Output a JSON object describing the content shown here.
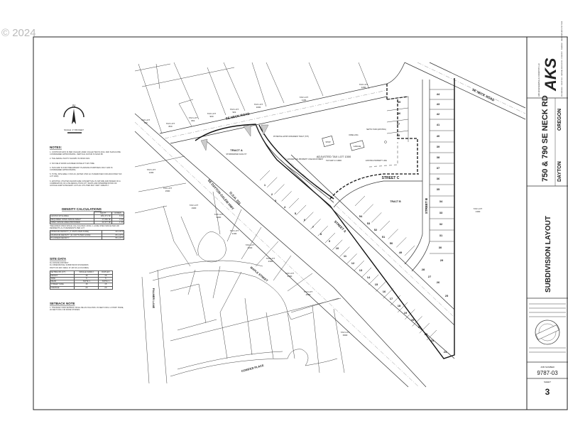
{
  "copyright": "© 2024",
  "title_block": {
    "firm_logo": "AKS",
    "firm_name": "AKS ENGINEERING & FORESTRY, LLC",
    "firm_services": "ENGINEERING · SURVEYING · NATURAL RESOURCES · FORESTRY · PLANNING · LANDSCAPE ARCHITECTURE",
    "project_title": "750 & 790 SE NECK RD",
    "city": "DAYTON",
    "state": "OREGON",
    "sheet_title": "SUBDIVISION LAYOUT",
    "job_number_label": "JOB NUMBER",
    "job_number": "9787-03",
    "sheet_label": "SHEET",
    "sheet_number": "3"
  },
  "north_arrow": {
    "label": "N",
    "scale": "SCALE: 1\"=80 FEET"
  },
  "notes": {
    "title": "NOTES:",
    "items": [
      "1. CONTOUR DATA IS PER OGGAM LIDAR COLLECTED IN 2014, AND SHOULD BE CONSIDERED APPROXIMATE. VERTICAL DATUM IS NAVD 88.",
      "2. THE AERIAL PHOTO SHOWN IS FROM 2021.",
      "3. NO FIELD WORK HAS BEEN DONE AT THIS TIME.",
      "4. THIS MAP IS FOR PRELIMINARY PLANNING PURPOSES ONLY AND IS CONSIDERED APPROXIMATE.",
      "5. TOTAL SITE AREA: 6.53± AC (AFTER 0.50± AC IS REMOVED FOR ADJUSTED TAX LOT 1300)",
      "6. EXISTING UTILITIES SHOWN ARE CONCEPTUAL IN NATURE AND BASED ON A COMBINATION OF LOW-RESOLUTION CITY MAPS AND INTERPRETATION OF GOOGLE EARTH IMAGERY. ACTUAL UTILITIES MAY VARY GREATLY."
    ]
  },
  "density": {
    "title": "DENSITY CALCULATIONS",
    "headers": [
      "",
      "SQ FT",
      "ACRES"
    ],
    "rows": [
      [
        "GROSS SITE AREA",
        "284,471 SF",
        "6.53"
      ],
      [
        "REQUIRED OPEN SPACE AREA*",
        "17,050 SF",
        "0.39"
      ],
      [
        "OPEN SPACE AREA PROVIDED",
        "43,377 SF",
        "1.00"
      ]
    ],
    "footnote": "*REQUIRED OPEN SPACE CALCULATED USING: 1 ACRE OPEN SPACE PER 100 RESIDENTS & 2.5 RESIDENTS PER LOT",
    "density_rows": [
      [
        "MINIMUM DENSITY (7 UNITS PER ACRE)",
        "40 LOTS"
      ],
      [
        "MAXIMUM DENSITY (11 UNITS PER ACRE)",
        "65 LOTS"
      ],
      [
        "PLANNED DENSITY",
        "55 LOTS"
      ]
    ]
  },
  "site_data": {
    "title": "SITE DATA",
    "items": [
      "R-2 ZONING DISTRICT",
      "R-2 DIMENSIONAL SUBDIVISION STANDARDS",
      "RIGHT-OF-WAY AREA: 97,106 SF (2.23 ACRES)"
    ],
    "setback_headers": [
      "SETBACKS (FT)",
      "SINGLE FAMILY",
      "DUPLEX"
    ],
    "setback_rows": [
      [
        "FRONT",
        "15",
        "15"
      ],
      [
        "SIDE",
        "5",
        "5"
      ],
      [
        "REAR",
        "NOTE 1",
        "NOTE 1"
      ],
      [
        "STREET SIDE",
        "15",
        "15"
      ],
      [
        "GARAGE",
        "20",
        "20"
      ]
    ]
  },
  "setback_note": {
    "title": "SETBACK NOTE",
    "text": "1. THE REAR YARD SETBACK SHALL BE AS FOLLOWS: 15 FEET FOR A 1-STORY HOME, 20 FEET FOR 2 OR MORE STORIES."
  },
  "plan": {
    "streets": {
      "neck_road_west": "SE NECK ROAD",
      "neck_road_east": "SE NECK ROAD",
      "highway": "SE DAYTON-SALEM HWY",
      "highway_sub": "O.S.H. 221",
      "street_a": "STREET A",
      "street_b": "STREET B",
      "street_c": "STREET C",
      "maple": "MAPLE STREET",
      "palmer": "PALMER LANE",
      "conifer": "CONIFER PLACE"
    },
    "tracts": {
      "tract_a": "TRACT A",
      "tract_a_sub": "STORMWATER FACILITY",
      "tract_b": "TRACT B",
      "assessed": "ADJUSTED TAX LOT 1300",
      "assessed_sub": "TAX MAP 4 3 19DD",
      "shop": "SHOP",
      "dwelling": "DWELLING",
      "garage": "GARAGE",
      "septic": "SEPTIC TANK (EXISTING)",
      "property_line": "EXISTING PROPERTY LINE",
      "conceptual_line": "CONCEPTUAL PROPERTY LINE ADJUSTMENT",
      "monument": "POTENTIAL ENTRY MONUMENT TRACT (TYP)"
    },
    "tax_lot_label": "TAX LOT",
    "tax_lots": [
      "700",
      "800",
      "801",
      "900",
      "901",
      "1000",
      "1100",
      "1200",
      "1400",
      "1500",
      "1900",
      "2000",
      "2100",
      "2200",
      "2300",
      "2400",
      "2500",
      "3900",
      "1300"
    ],
    "lots": [
      "1",
      "2",
      "3",
      "4",
      "5",
      "6",
      "7",
      "8",
      "9",
      "10",
      "11",
      "12",
      "13",
      "14",
      "15",
      "16",
      "17",
      "18",
      "19",
      "20",
      "21",
      "22",
      "23",
      "24",
      "25",
      "26",
      "27",
      "28",
      "29",
      "30",
      "31",
      "32",
      "33",
      "34",
      "35",
      "36",
      "37",
      "38",
      "39",
      "40",
      "41",
      "42",
      "43",
      "44",
      "45",
      "46",
      "47",
      "48",
      "49",
      "50",
      "51",
      "52",
      "53",
      "54"
    ]
  }
}
